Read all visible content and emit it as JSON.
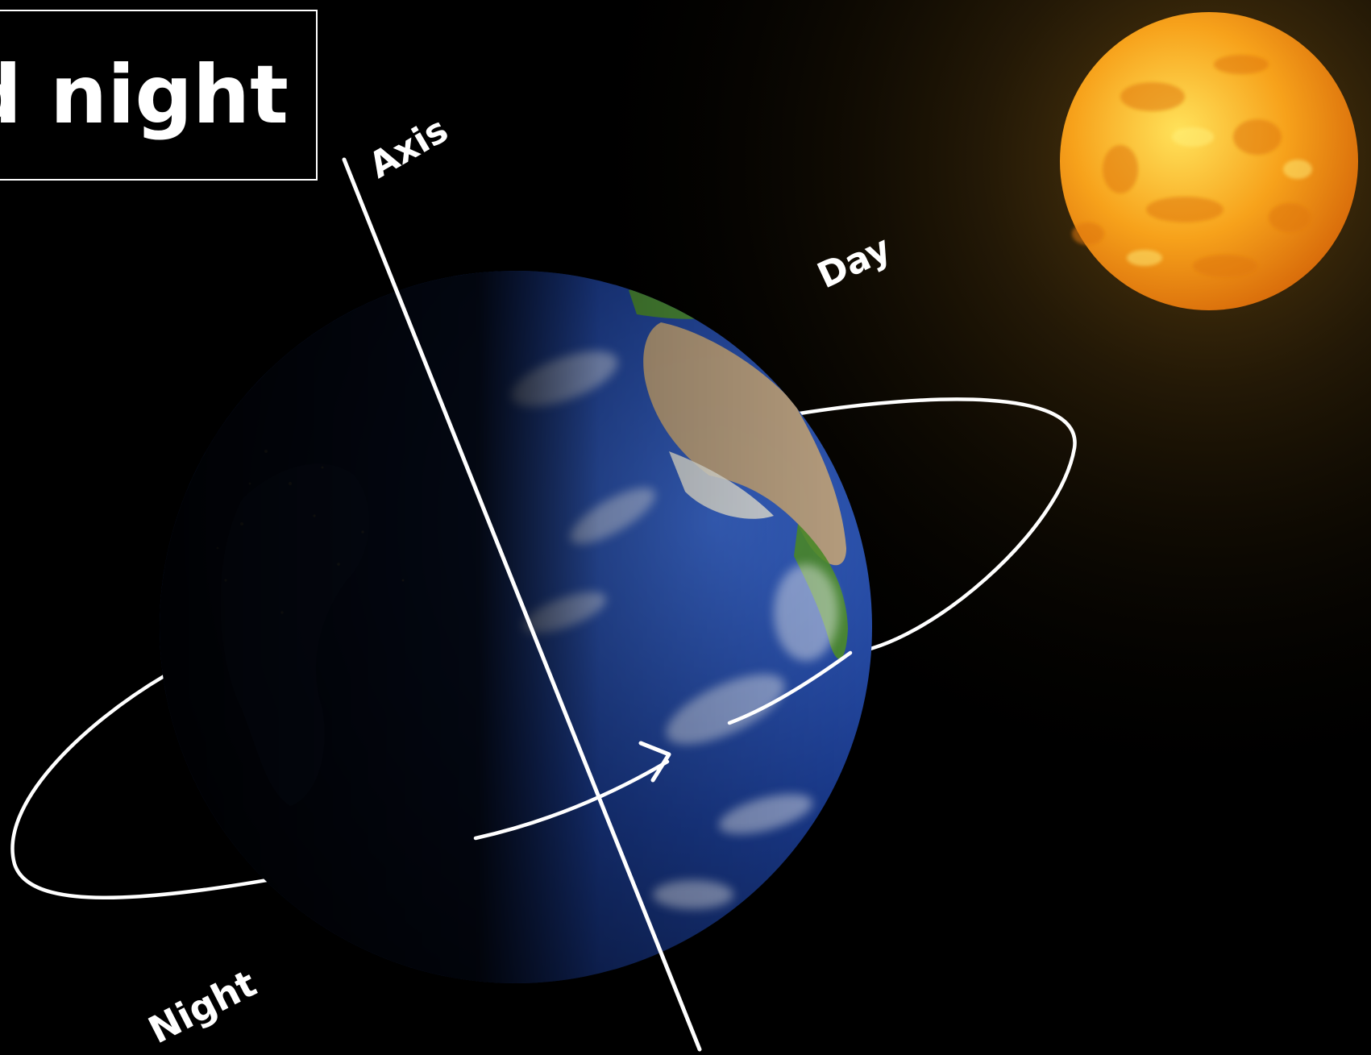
{
  "title": {
    "text": "d night"
  },
  "labels": {
    "axis": "Axis",
    "day": "Day",
    "night": "Night"
  },
  "colors": {
    "background": "#000000",
    "lines": "#ffffff",
    "sun": "#f7a21b",
    "ocean": "#1a3a8c",
    "land": "#c8a77a",
    "vegetation": "#4f8f2a"
  },
  "icons": {
    "sun": "sun",
    "earth": "earth-globe",
    "rotation_arrow": "arrow-head"
  }
}
